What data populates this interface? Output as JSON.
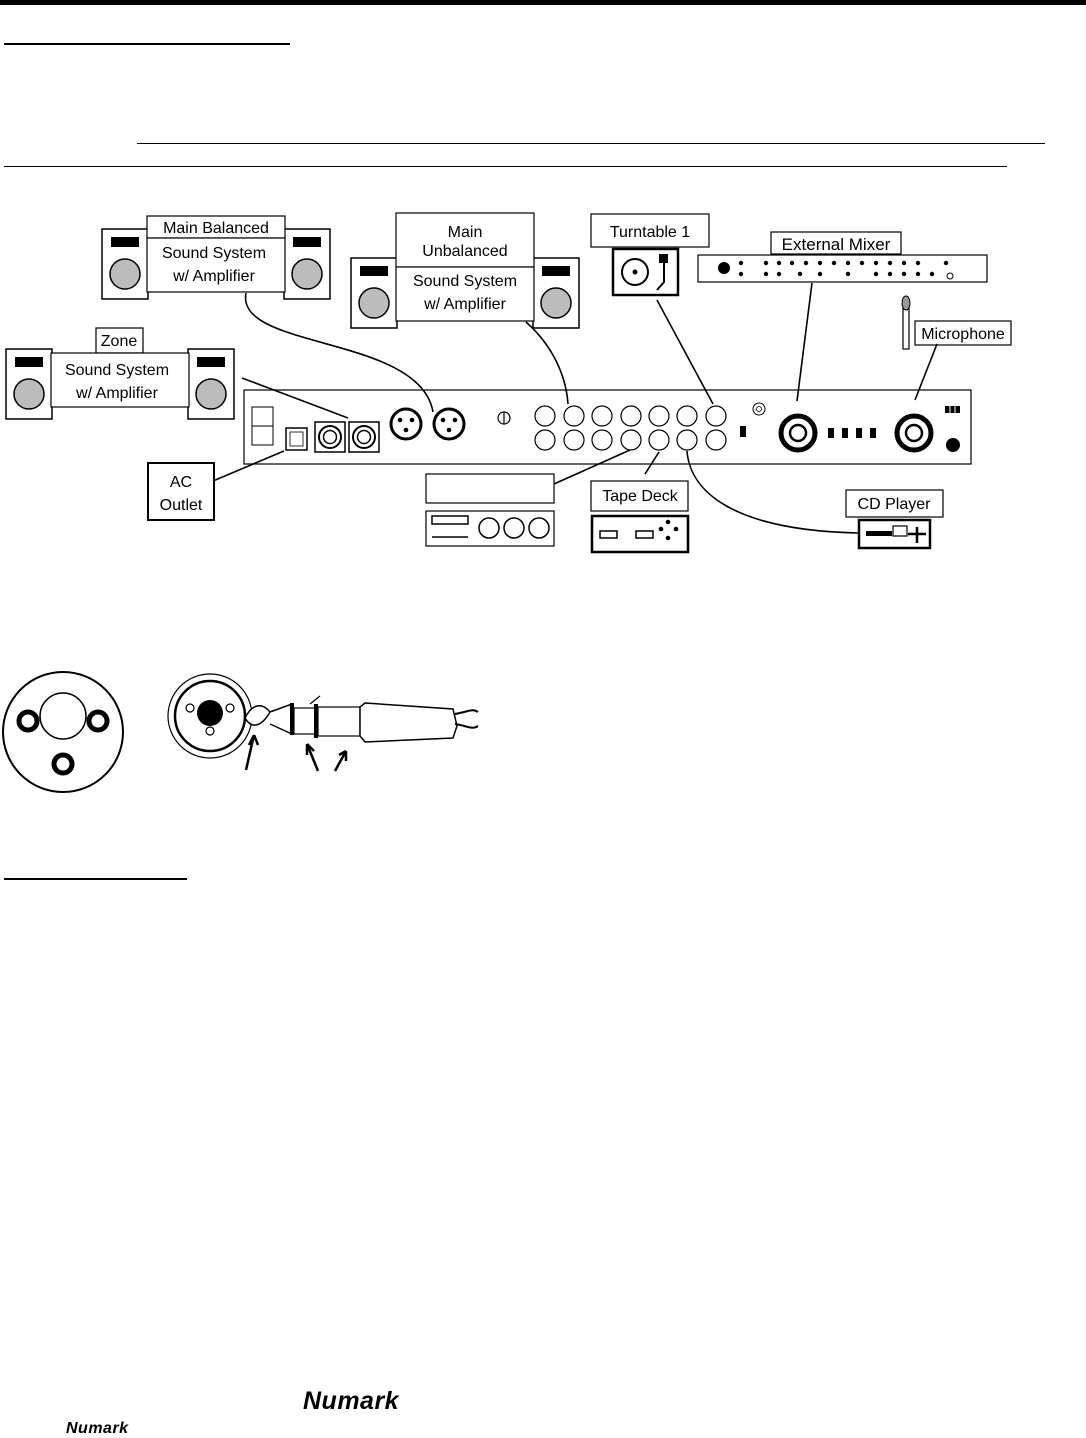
{
  "labels": {
    "main_balanced": "Main Balanced",
    "main_balanced_system": "Sound System",
    "main_balanced_amp": "w/ Amplifier",
    "main_unbalanced_1": "Main",
    "main_unbalanced_2": "Unbalanced",
    "main_unbalanced_system": "Sound System",
    "main_unbalanced_amp": "w/ Amplifier",
    "zone": "Zone",
    "zone_system": "Sound System",
    "zone_amp": "w/ Amplifier",
    "turntable": "Turntable 1",
    "external_mixer": "External Mixer",
    "microphone": "Microphone",
    "ac_outlet_1": "AC",
    "ac_outlet_2": "Outlet",
    "tape_deck": "Tape Deck",
    "cd_player": "CD Player"
  },
  "footer": {
    "brand_logo_large": "Numark",
    "brand_logo_small": "Numark"
  }
}
